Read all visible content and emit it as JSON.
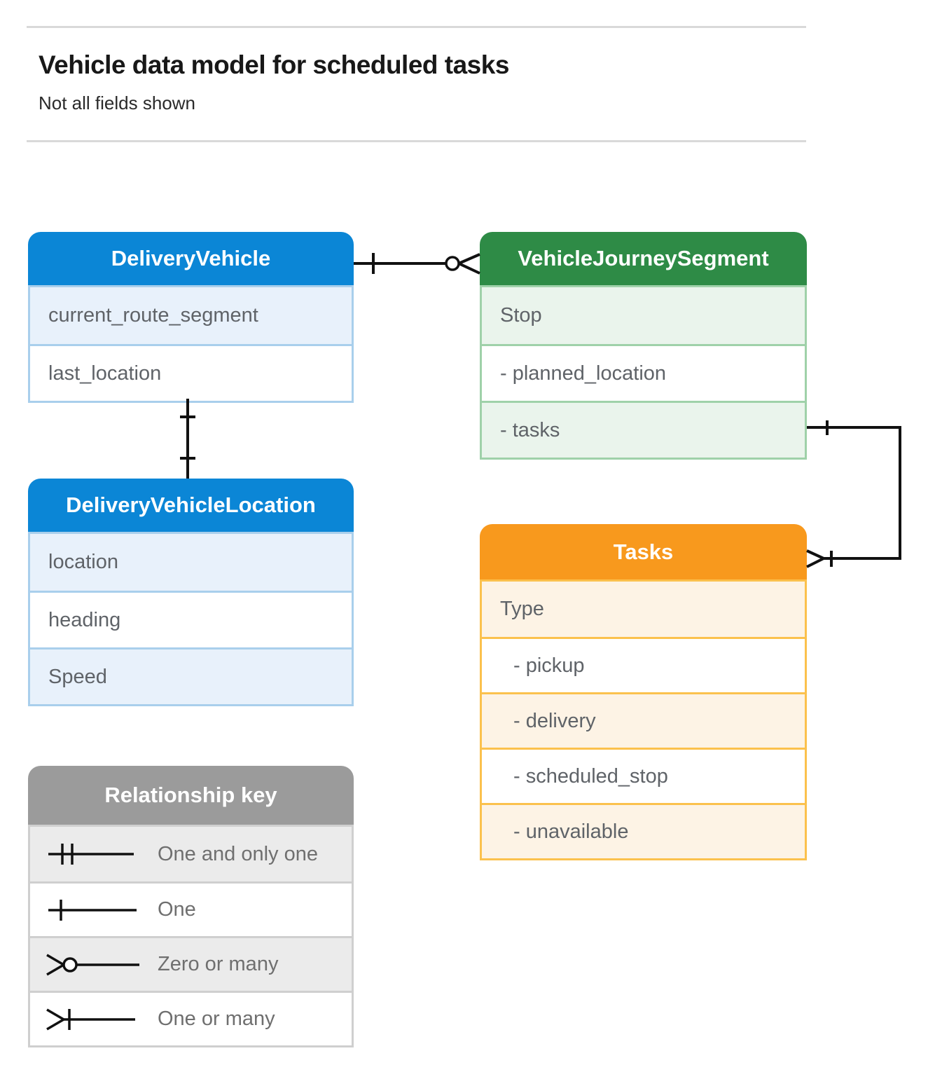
{
  "header": {
    "title": "Vehicle data model for scheduled tasks",
    "subtitle": "Not all fields shown"
  },
  "entities": {
    "delivery_vehicle": {
      "title": "DeliveryVehicle",
      "fields": [
        "current_route_segment",
        "last_location"
      ]
    },
    "vehicle_journey_segment": {
      "title": "VehicleJourneySegment",
      "fields": [
        "Stop",
        "- planned_location",
        "- tasks"
      ]
    },
    "delivery_vehicle_location": {
      "title": "DeliveryVehicleLocation",
      "fields": [
        "location",
        "heading",
        "Speed"
      ]
    },
    "tasks": {
      "title": "Tasks",
      "fields": [
        "Type",
        "- pickup",
        "- delivery",
        "- scheduled_stop",
        "- unavailable"
      ]
    }
  },
  "legend": {
    "title": "Relationship key",
    "items": [
      {
        "symbol": "one-and-only-one",
        "label": "One and only one"
      },
      {
        "symbol": "one",
        "label": "One"
      },
      {
        "symbol": "zero-or-many",
        "label": "Zero or many"
      },
      {
        "symbol": "one-or-many",
        "label": "One or many"
      }
    ]
  },
  "relationships": [
    {
      "from": "DeliveryVehicle",
      "to": "VehicleJourneySegment",
      "from_cardinality": "one",
      "to_cardinality": "zero-or-many"
    },
    {
      "from": "DeliveryVehicle",
      "to": "DeliveryVehicleLocation",
      "from_cardinality": "one",
      "to_cardinality": "one"
    },
    {
      "from": "VehicleJourneySegment.tasks",
      "to": "Tasks",
      "from_cardinality": "one",
      "to_cardinality": "one-or-many"
    }
  ],
  "colors": {
    "blue_header": "#0b86d6",
    "blue_row": "#e8f1fb",
    "blue_border": "#a9cfec",
    "green_header": "#2e8b46",
    "green_row": "#eaf4ec",
    "green_border": "#9fd1a9",
    "orange_header": "#f8991d",
    "orange_row": "#fdf3e5",
    "orange_border": "#fbc14d",
    "gray_header": "#9b9b9b",
    "gray_row": "#ebebeb",
    "gray_border": "#cfcfcf",
    "field_text": "#5f6368",
    "connector": "#111111",
    "divider": "#d9d9d9"
  }
}
